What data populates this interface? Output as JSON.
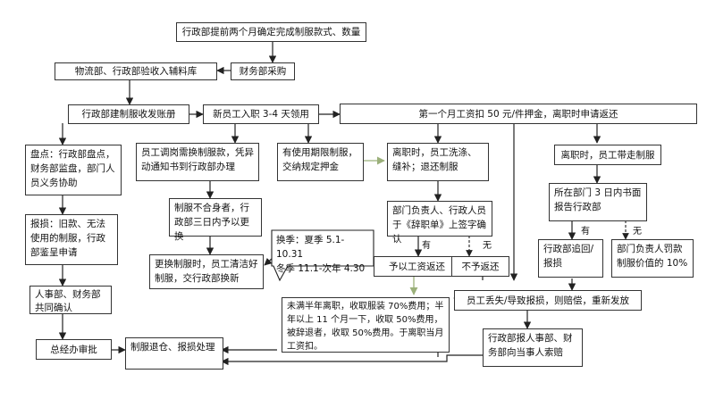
{
  "nodes": {
    "n1": "行政部提前两个月确定完成制服款式、数量",
    "n2": "物流部、行政部验收入辅料库",
    "n3": "财务部采购",
    "n4": "行政部建制服收发账册",
    "n5": "新员工入职 3-4 天领用",
    "n6": "第一个月工资扣 50 元/件押金，离职时申请返还",
    "n7": "盘点：行政部盘点，财务部监盘，部门人员义务协助",
    "n8": "员工调岗需换制服款，凭异动通知书到行政部办理",
    "n9": "有使用期限制服，交纳规定押金",
    "n10": "离职时，员工洗涤、缝补；退还制服",
    "n11": "离职时，员工带走制服",
    "n12": "报损：旧款、无法使用的制服，行政部鉴呈申请",
    "n13": "制服不合身者，行政部三日内予以更换",
    "n14": "部门负责人、行政人员于《辞职单》上签字确认",
    "n15": "所在部门 3 日内书面报告行政部",
    "n16": "换季：夏季 5.1-10.31\n冬季 11.1-次年 4.30",
    "n17": "更换制服时，员工清洁好制服，交行政部换新",
    "n18": "予以工资返还",
    "n19": "不予返还",
    "n20": "行政部追回/报损",
    "n21": "部门负责人罚款制服价值的 10%",
    "n22": "人事部、财务部共同确认",
    "n23": "员工丢失/导致报损，则赔偿，重新发放",
    "n24": "未满半年离职，收取服装 70%费用；半年以上 11 个月一下，收取 50%费用，被辞退者，收取 50%费用。于离职当月工资扣。",
    "n25": "总经办审批",
    "n26": "制服退仓、报损处理",
    "n27": "行政部报人事部、财务部向当事人索赔"
  },
  "labels": {
    "yes1": "有",
    "no1": "无",
    "yes2": "有",
    "no2": "无"
  }
}
